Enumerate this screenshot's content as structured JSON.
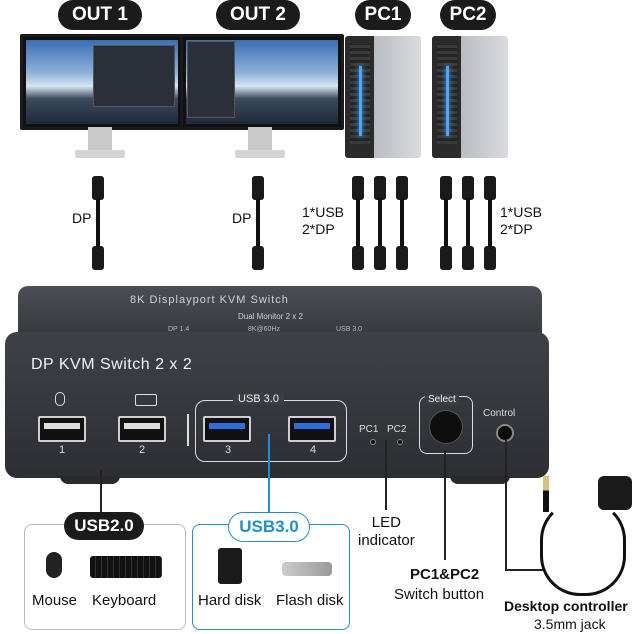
{
  "top_labels": {
    "out1": "OUT 1",
    "out2": "OUT 2",
    "pc1": "PC1",
    "pc2": "PC2"
  },
  "cable_labels": {
    "dp_left": "DP",
    "dp_right": "DP",
    "pc1": "1*USB\n2*DP",
    "pc2": "1*USB\n2*DP"
  },
  "device": {
    "top_title": "8K Displayport KVM Switch",
    "top_sub": "Dual Monitor 2 x 2",
    "top_specs": [
      "DP 1.4",
      "8K@60Hz",
      "USB 3.0"
    ],
    "front_title": "DP KVM Switch 2 x 2",
    "usb3_header": "USB 3.0",
    "ports": [
      "1",
      "2",
      "3",
      "4"
    ],
    "pc_indicators": [
      "PC1",
      "PC2"
    ],
    "select_label": "Select",
    "control_label": "Control"
  },
  "callouts": {
    "usb2": "USB2.0",
    "usb3": "USB3.0",
    "mouse": "Mouse",
    "keyboard": "Keyboard",
    "hard_disk": "Hard disk",
    "flash_disk": "Flash disk",
    "led": "LED\nindicator",
    "switch_title": "PC1&PC2",
    "switch_sub": "Switch button",
    "controller_title": "Desktop controller",
    "controller_sub": "3.5mm jack"
  },
  "colors": {
    "usb3_accent": "#1f8fd6",
    "dark": "#1b1b1b",
    "led_blue": "#4aa8ff"
  }
}
